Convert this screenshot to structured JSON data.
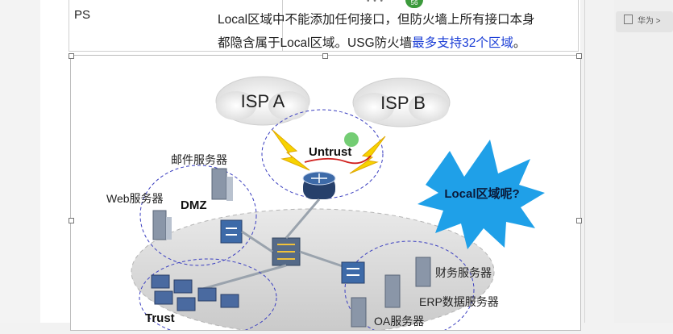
{
  "doc": {
    "row_label": "PS",
    "desc_line1": "Local区域中不能添加任何接口，但防火墙上所有接口本身",
    "desc_line2_plain": "都隐含属于Local区域。USG防火墙",
    "desc_line2_highlight": "最多支持32个区域",
    "desc_line2_end": "。",
    "top_badge": "56",
    "top_dots": "• • •"
  },
  "side_panel": {
    "chip_label": "华为 >"
  },
  "diagram": {
    "isp_a": "ISP A",
    "isp_b": "ISP B",
    "untrust": "Untrust",
    "local_question": "Local区域呢?",
    "mail_server": "邮件服务器",
    "web_server": "Web服务器",
    "dmz": "DMZ",
    "finance_server": "财务服务器",
    "erp_server": "ERP数据服务器",
    "oa_server": "OA服务器",
    "trust": "Trust"
  },
  "colors": {
    "highlight": "#1a3dd6",
    "badge": "#3c9a3c",
    "starburst": "#1fa0e8",
    "zone_dash": "#3b3fc0"
  }
}
